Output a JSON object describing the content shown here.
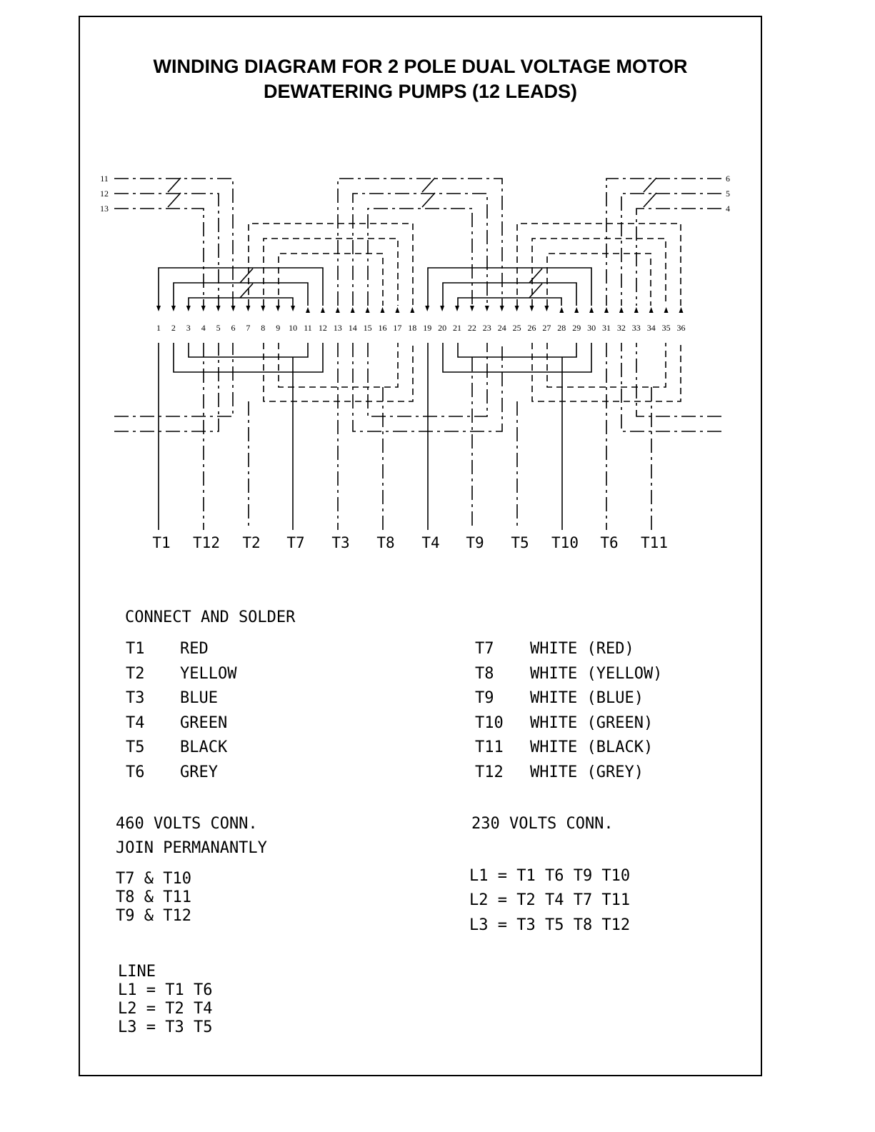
{
  "title": {
    "line1": "WINDING DIAGRAM FOR  2  POLE DUAL VOLTAGE MOTOR",
    "line2": "DEWATERING PUMPS (12 LEADS)"
  },
  "diagram": {
    "slots": [
      "1",
      "2",
      "3",
      "4",
      "5",
      "6",
      "7",
      "8",
      "9",
      "10",
      "11",
      "12",
      "13",
      "14",
      "15",
      "16",
      "17",
      "18",
      "19",
      "20",
      "21",
      "22",
      "23",
      "24",
      "25",
      "26",
      "27",
      "28",
      "29",
      "30",
      "31",
      "32",
      "33",
      "34",
      "35",
      "36"
    ],
    "left_side_labels": [
      "11",
      "12",
      "13"
    ],
    "right_side_labels": [
      "6",
      "5",
      "4"
    ],
    "terminals": [
      "T1",
      "T12",
      "T2",
      "T7",
      "T3",
      "T8",
      "T4",
      "T9",
      "T5",
      "T10",
      "T6",
      "T11"
    ]
  },
  "connect": {
    "heading": "CONNECT AND SOLDER",
    "left": [
      {
        "t": "T1",
        "c": "RED"
      },
      {
        "t": "T2",
        "c": "YELLOW"
      },
      {
        "t": "T3",
        "c": "BLUE"
      },
      {
        "t": "T4",
        "c": "GREEN"
      },
      {
        "t": "T5",
        "c": "BLACK"
      },
      {
        "t": "T6",
        "c": "GREY"
      }
    ],
    "right": [
      {
        "t": "T7",
        "c": "WHITE (RED)"
      },
      {
        "t": "T8",
        "c": "WHITE (YELLOW)"
      },
      {
        "t": "T9",
        "c": "WHITE (BLUE)"
      },
      {
        "t": "T10",
        "c": "WHITE (GREEN)"
      },
      {
        "t": "T11",
        "c": "WHITE (BLACK)"
      },
      {
        "t": "T12",
        "c": "WHITE (GREY)"
      }
    ]
  },
  "v460": {
    "heading": "460 VOLTS CONN.",
    "sub": "JOIN PERMANANTLY",
    "joins": [
      "T7 & T10",
      "T8 & T11",
      "T9 & T12"
    ],
    "line_heading": "LINE",
    "lines": [
      "L1 = T1 T6",
      "L2 = T2 T4",
      "L3 = T3 T5"
    ]
  },
  "v230": {
    "heading": "230 VOLTS CONN.",
    "lines": [
      "L1 = T1 T6 T9 T10",
      "L2 = T2 T4 T7 T11",
      "L3 = T3 T5 T8 T12"
    ]
  }
}
